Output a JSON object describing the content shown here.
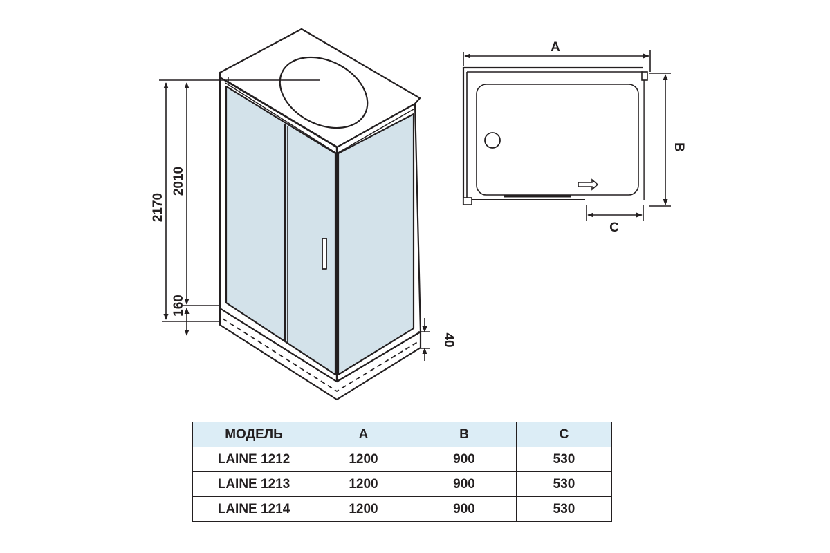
{
  "iso_view": {
    "dims": {
      "total_height": "2170",
      "cabin_height": "2010",
      "tray_height": "160",
      "step_height": "40"
    }
  },
  "plan_view": {
    "labels": {
      "a": "A",
      "b": "B",
      "c": "C"
    }
  },
  "specs_table": {
    "headers": [
      "МОДЕЛЬ",
      "A",
      "B",
      "C"
    ],
    "rows": [
      [
        "LAINE 1212",
        "1200",
        "900",
        "530"
      ],
      [
        "LAINE 1213",
        "1200",
        "900",
        "530"
      ],
      [
        "LAINE 1214",
        "1200",
        "900",
        "530"
      ]
    ]
  },
  "colors": {
    "line": "#231f20",
    "glass": "#d3e2ea",
    "header_fill": "#dcedf6"
  }
}
